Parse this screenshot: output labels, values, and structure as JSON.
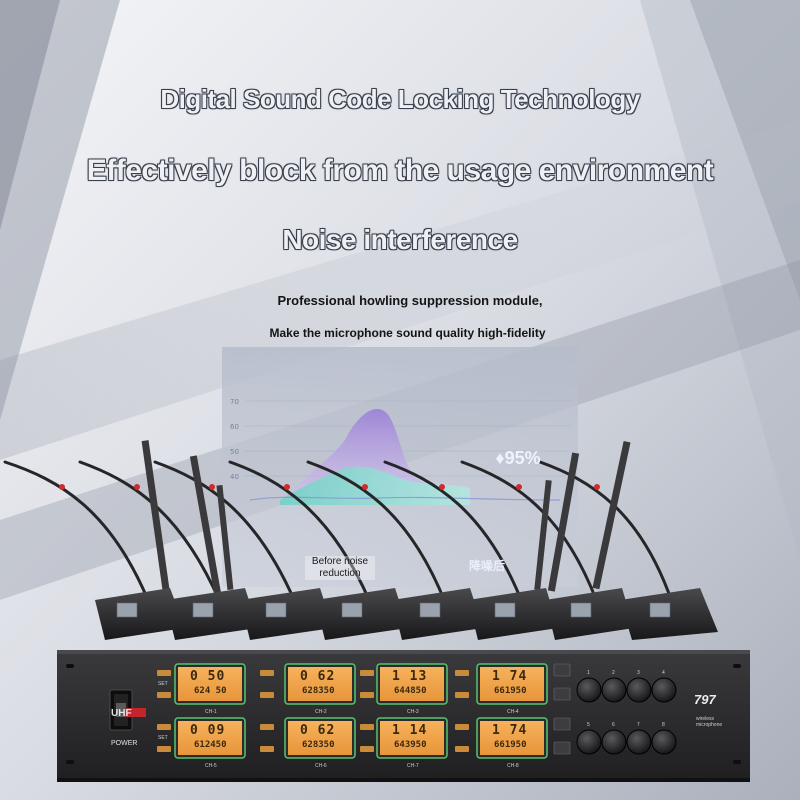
{
  "headline": {
    "line1": "Digital Sound Code Locking Technology",
    "line2": "Effectively block from the usage environment",
    "line3": "Noise interference"
  },
  "subtext": {
    "line1": "Professional howling suppression module,",
    "line2": "Make the microphone sound quality high-fidelity"
  },
  "chart_overlay": {
    "before_label": "Before noise reduction",
    "after_label": "降噪后",
    "reduction_percent": "♦95%"
  },
  "receiver": {
    "band_label": "UHF",
    "power_label": "POWER",
    "brand": "797",
    "brand_sub1": "wireless",
    "brand_sub2": "microphone",
    "button_labels": [
      "SET",
      "SET"
    ],
    "channels": [
      {
        "name": "CH-1",
        "top": "0 50",
        "bottom": "624 50"
      },
      {
        "name": "CH-2",
        "top": "0 62",
        "bottom": "628350"
      },
      {
        "name": "CH-3",
        "top": "1 13",
        "bottom": "644850"
      },
      {
        "name": "CH-4",
        "top": "1 74",
        "bottom": "661950"
      },
      {
        "name": "CH-5",
        "top": "0 09",
        "bottom": "612450"
      },
      {
        "name": "CH-6",
        "top": "0 62",
        "bottom": "628350"
      },
      {
        "name": "CH-7",
        "top": "1 14",
        "bottom": "643950"
      },
      {
        "name": "CH-8",
        "top": "1 74",
        "bottom": "661950"
      }
    ],
    "knob_numbers": [
      "1",
      "2",
      "3",
      "4",
      "5",
      "6",
      "7",
      "8"
    ]
  },
  "colors": {
    "lcd": "#f2a64a",
    "rack": "#2a2a2c",
    "chart_peak": "#a98ad8",
    "chart_teal": "#7fd0c8"
  }
}
